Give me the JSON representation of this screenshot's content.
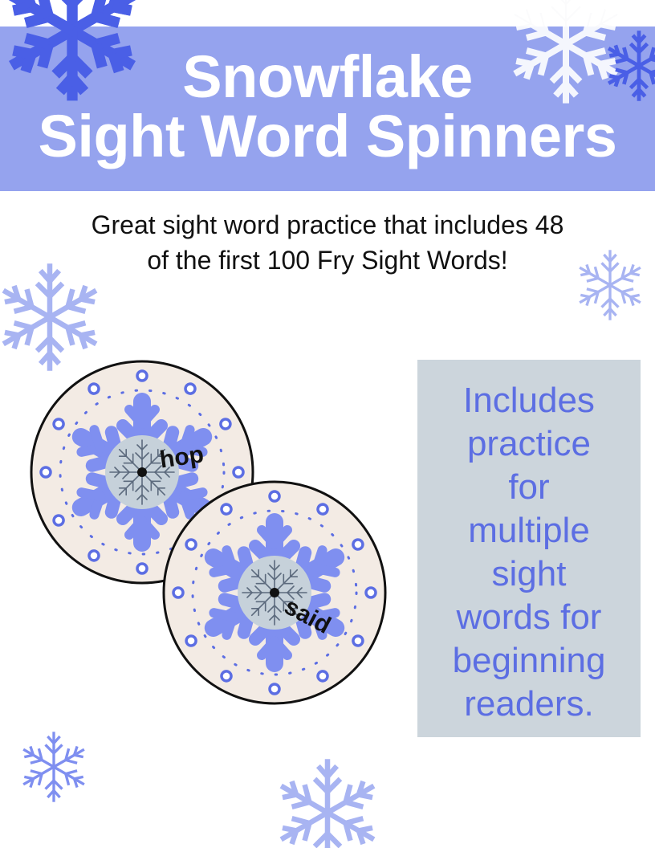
{
  "header": {
    "title_line1": "Snowflake",
    "title_line2": "Sight Word Spinners"
  },
  "subtitle": {
    "line1": "Great sight word practice that includes 48",
    "line2": "of the first 100 Fry Sight Words!"
  },
  "info": {
    "lines": [
      "Includes",
      "practice",
      "for",
      "multiple",
      "sight",
      "words for",
      "beginning",
      "readers."
    ]
  },
  "spinners": [
    {
      "word": "hop"
    },
    {
      "word": "said"
    }
  ],
  "colors": {
    "banner": "#95a3ee",
    "info_box": "#ccd5dc",
    "info_text": "#5c6ee3",
    "spinner_face": "#f3ebe4",
    "snowflake_blue": "#7f8ff0",
    "snowflake_dark": "#3f5be6",
    "snowflake_light": "#a8b4f2"
  }
}
